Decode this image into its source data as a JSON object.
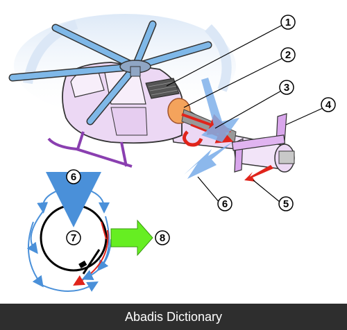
{
  "callouts": {
    "c1": "1",
    "c2": "2",
    "c3": "3",
    "c4": "4",
    "c5": "5",
    "c6a": "6",
    "c6b": "6",
    "c7": "7",
    "c8": "8"
  },
  "footer": {
    "text": "Abadis Dictionary"
  },
  "colors": {
    "fuselage": "#ecd8f4",
    "fuselage_outline": "#333333",
    "skid": "#8a3fb0",
    "rotor_blade": "#7fb8e8",
    "airflow_blue": "#4a90d9",
    "thrust_red": "#e0241b",
    "green_arrow": "#66ee22",
    "footer_bg": "#2e2e2e"
  }
}
